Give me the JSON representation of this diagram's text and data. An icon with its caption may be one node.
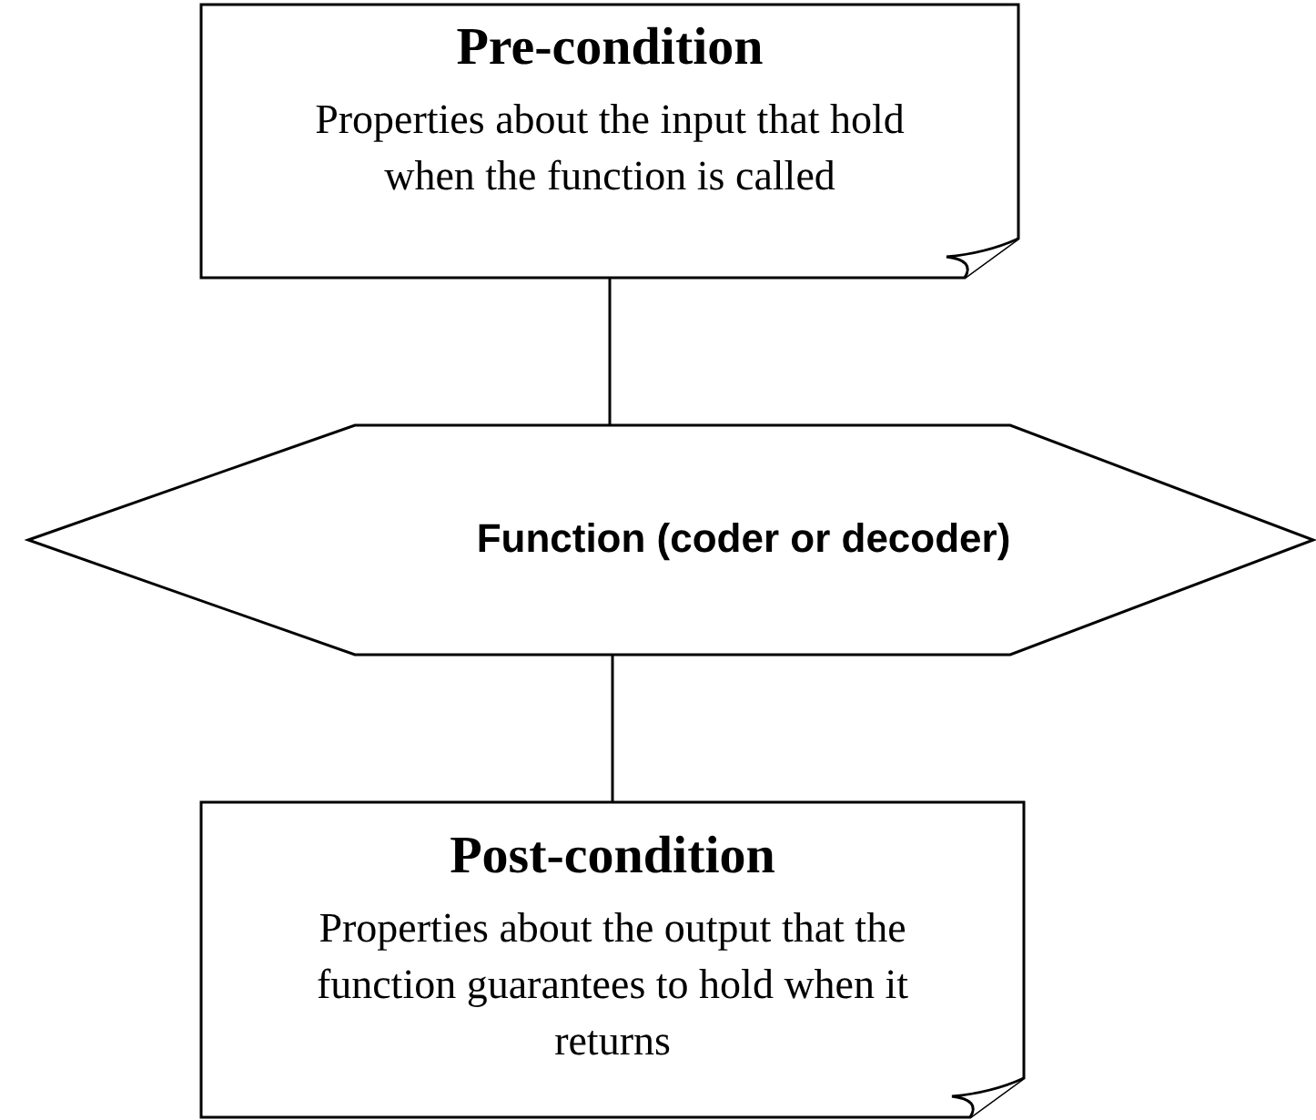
{
  "diagram": {
    "nodes": [
      {
        "text": [
          "Pre-condition",
          "Properties about the input that hold when the function is called"
        ]
      },
      {
        "text": [
          "Function (coder or decoder)"
        ]
      },
      {
        "text": [
          "Post-condition",
          "Properties about the output that the function guarantees to hold when it returns"
        ]
      }
    ],
    "edges": [
      {
        "from": 0,
        "to": 1,
        "arrow": "none"
      },
      {
        "from": 1,
        "to": 2,
        "arrow": "none"
      }
    ]
  }
}
